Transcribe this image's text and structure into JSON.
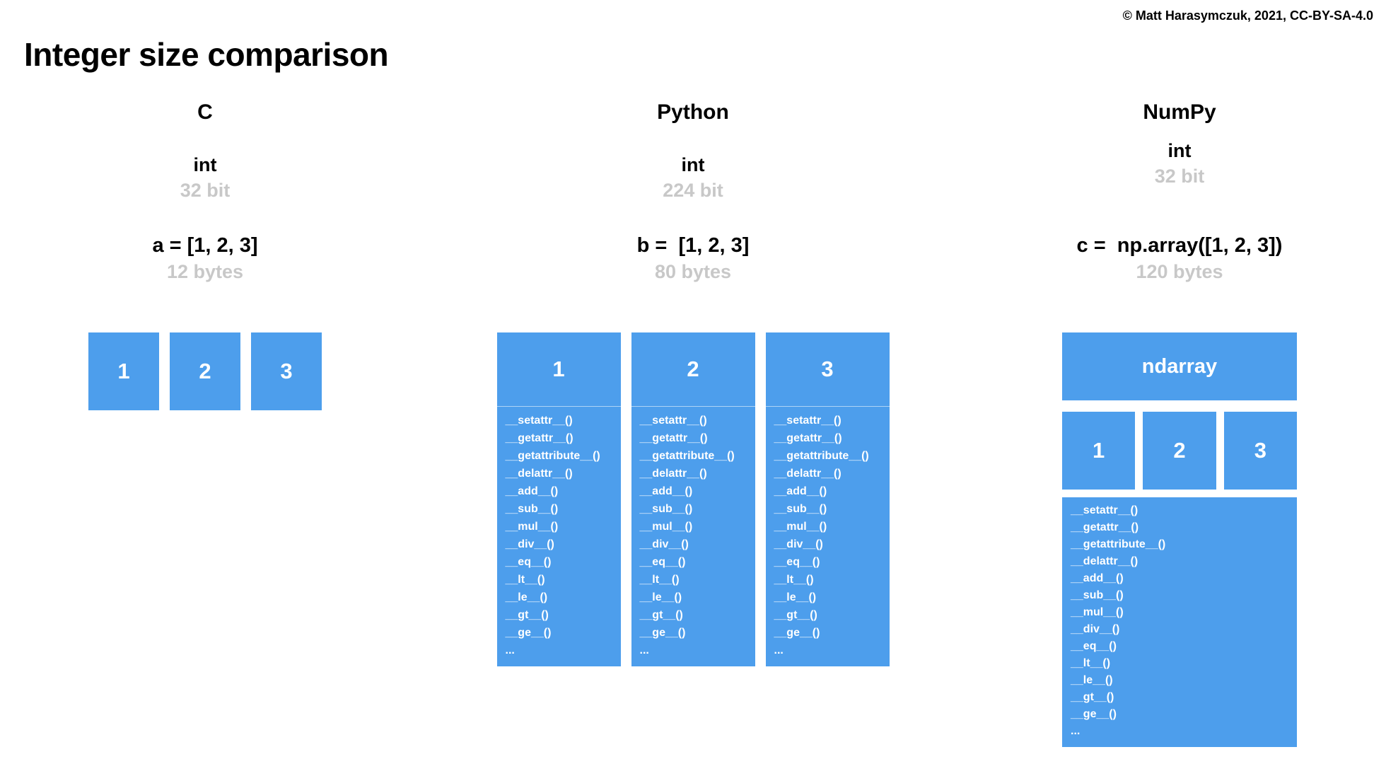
{
  "copyright": "© Matt Harasymczuk, 2021, CC-BY-SA-4.0",
  "title": "Integer size comparison",
  "colors": {
    "block_blue": "#4d9eec",
    "muted_gray": "#c8c8c8"
  },
  "columns": {
    "c": {
      "language": "C",
      "type": "int",
      "bits": "32 bit",
      "code": "a = [1, 2, 3]",
      "bytes": "12 bytes",
      "cells": [
        "1",
        "2",
        "3"
      ]
    },
    "python": {
      "language": "Python",
      "type": "int",
      "bits": "224 bit",
      "code": "b =  [1, 2, 3]",
      "bytes": "80 bytes",
      "cells": [
        "1",
        "2",
        "3"
      ],
      "methods": [
        "__setattr__()",
        "__getattr__()",
        "__getattribute__()",
        "__delattr__()",
        "__add__()",
        "__sub__()",
        "__mul__()",
        "__div__()",
        "__eq__()",
        "__lt__()",
        "__le__()",
        "__gt__()",
        "__ge__()",
        "..."
      ]
    },
    "numpy": {
      "language": "NumPy",
      "type": "int",
      "bits": "32 bit",
      "code": "c =  np.array([1, 2, 3])",
      "bytes": "120 bytes",
      "container_label": "ndarray",
      "cells": [
        "1",
        "2",
        "3"
      ],
      "methods": [
        "__setattr__()",
        "__getattr__()",
        "__getattribute__()",
        "__delattr__()",
        "__add__()",
        "__sub__()",
        "__mul__()",
        "__div__()",
        "__eq__()",
        "__lt__()",
        "__le__()",
        "__gt__()",
        "__ge__()",
        "..."
      ]
    }
  }
}
